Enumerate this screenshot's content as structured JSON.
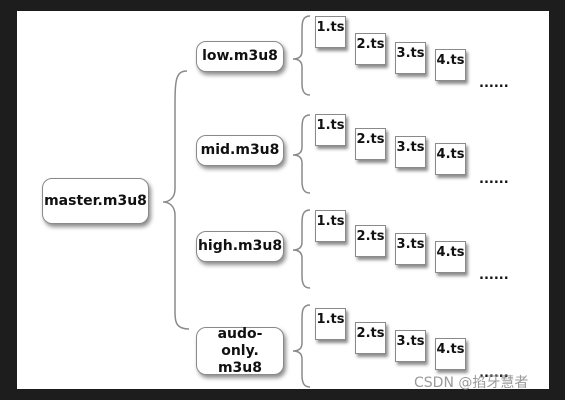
{
  "root": {
    "label": "master.m3u8"
  },
  "playlists": [
    {
      "label": "low.m3u8",
      "segments": [
        "1.ts",
        "2.ts",
        "3.ts",
        "4.ts"
      ],
      "more": "......"
    },
    {
      "label": "mid.m3u8",
      "segments": [
        "1.ts",
        "2.ts",
        "3.ts",
        "4.ts"
      ],
      "more": "......"
    },
    {
      "label": "high.m3u8",
      "segments": [
        "1.ts",
        "2.ts",
        "3.ts",
        "4.ts"
      ],
      "more": "......"
    },
    {
      "label_line1": "audo-only.",
      "label_line2": "m3u8",
      "segments": [
        "1.ts",
        "2.ts",
        "3.ts",
        "4.ts"
      ],
      "more": "......"
    }
  ],
  "watermark": "CSDN @掐牙慧者",
  "colors": {
    "background": "#1d1d1d",
    "canvas": "#ffffff",
    "line": "#8a8a8a",
    "text": "#111111"
  }
}
